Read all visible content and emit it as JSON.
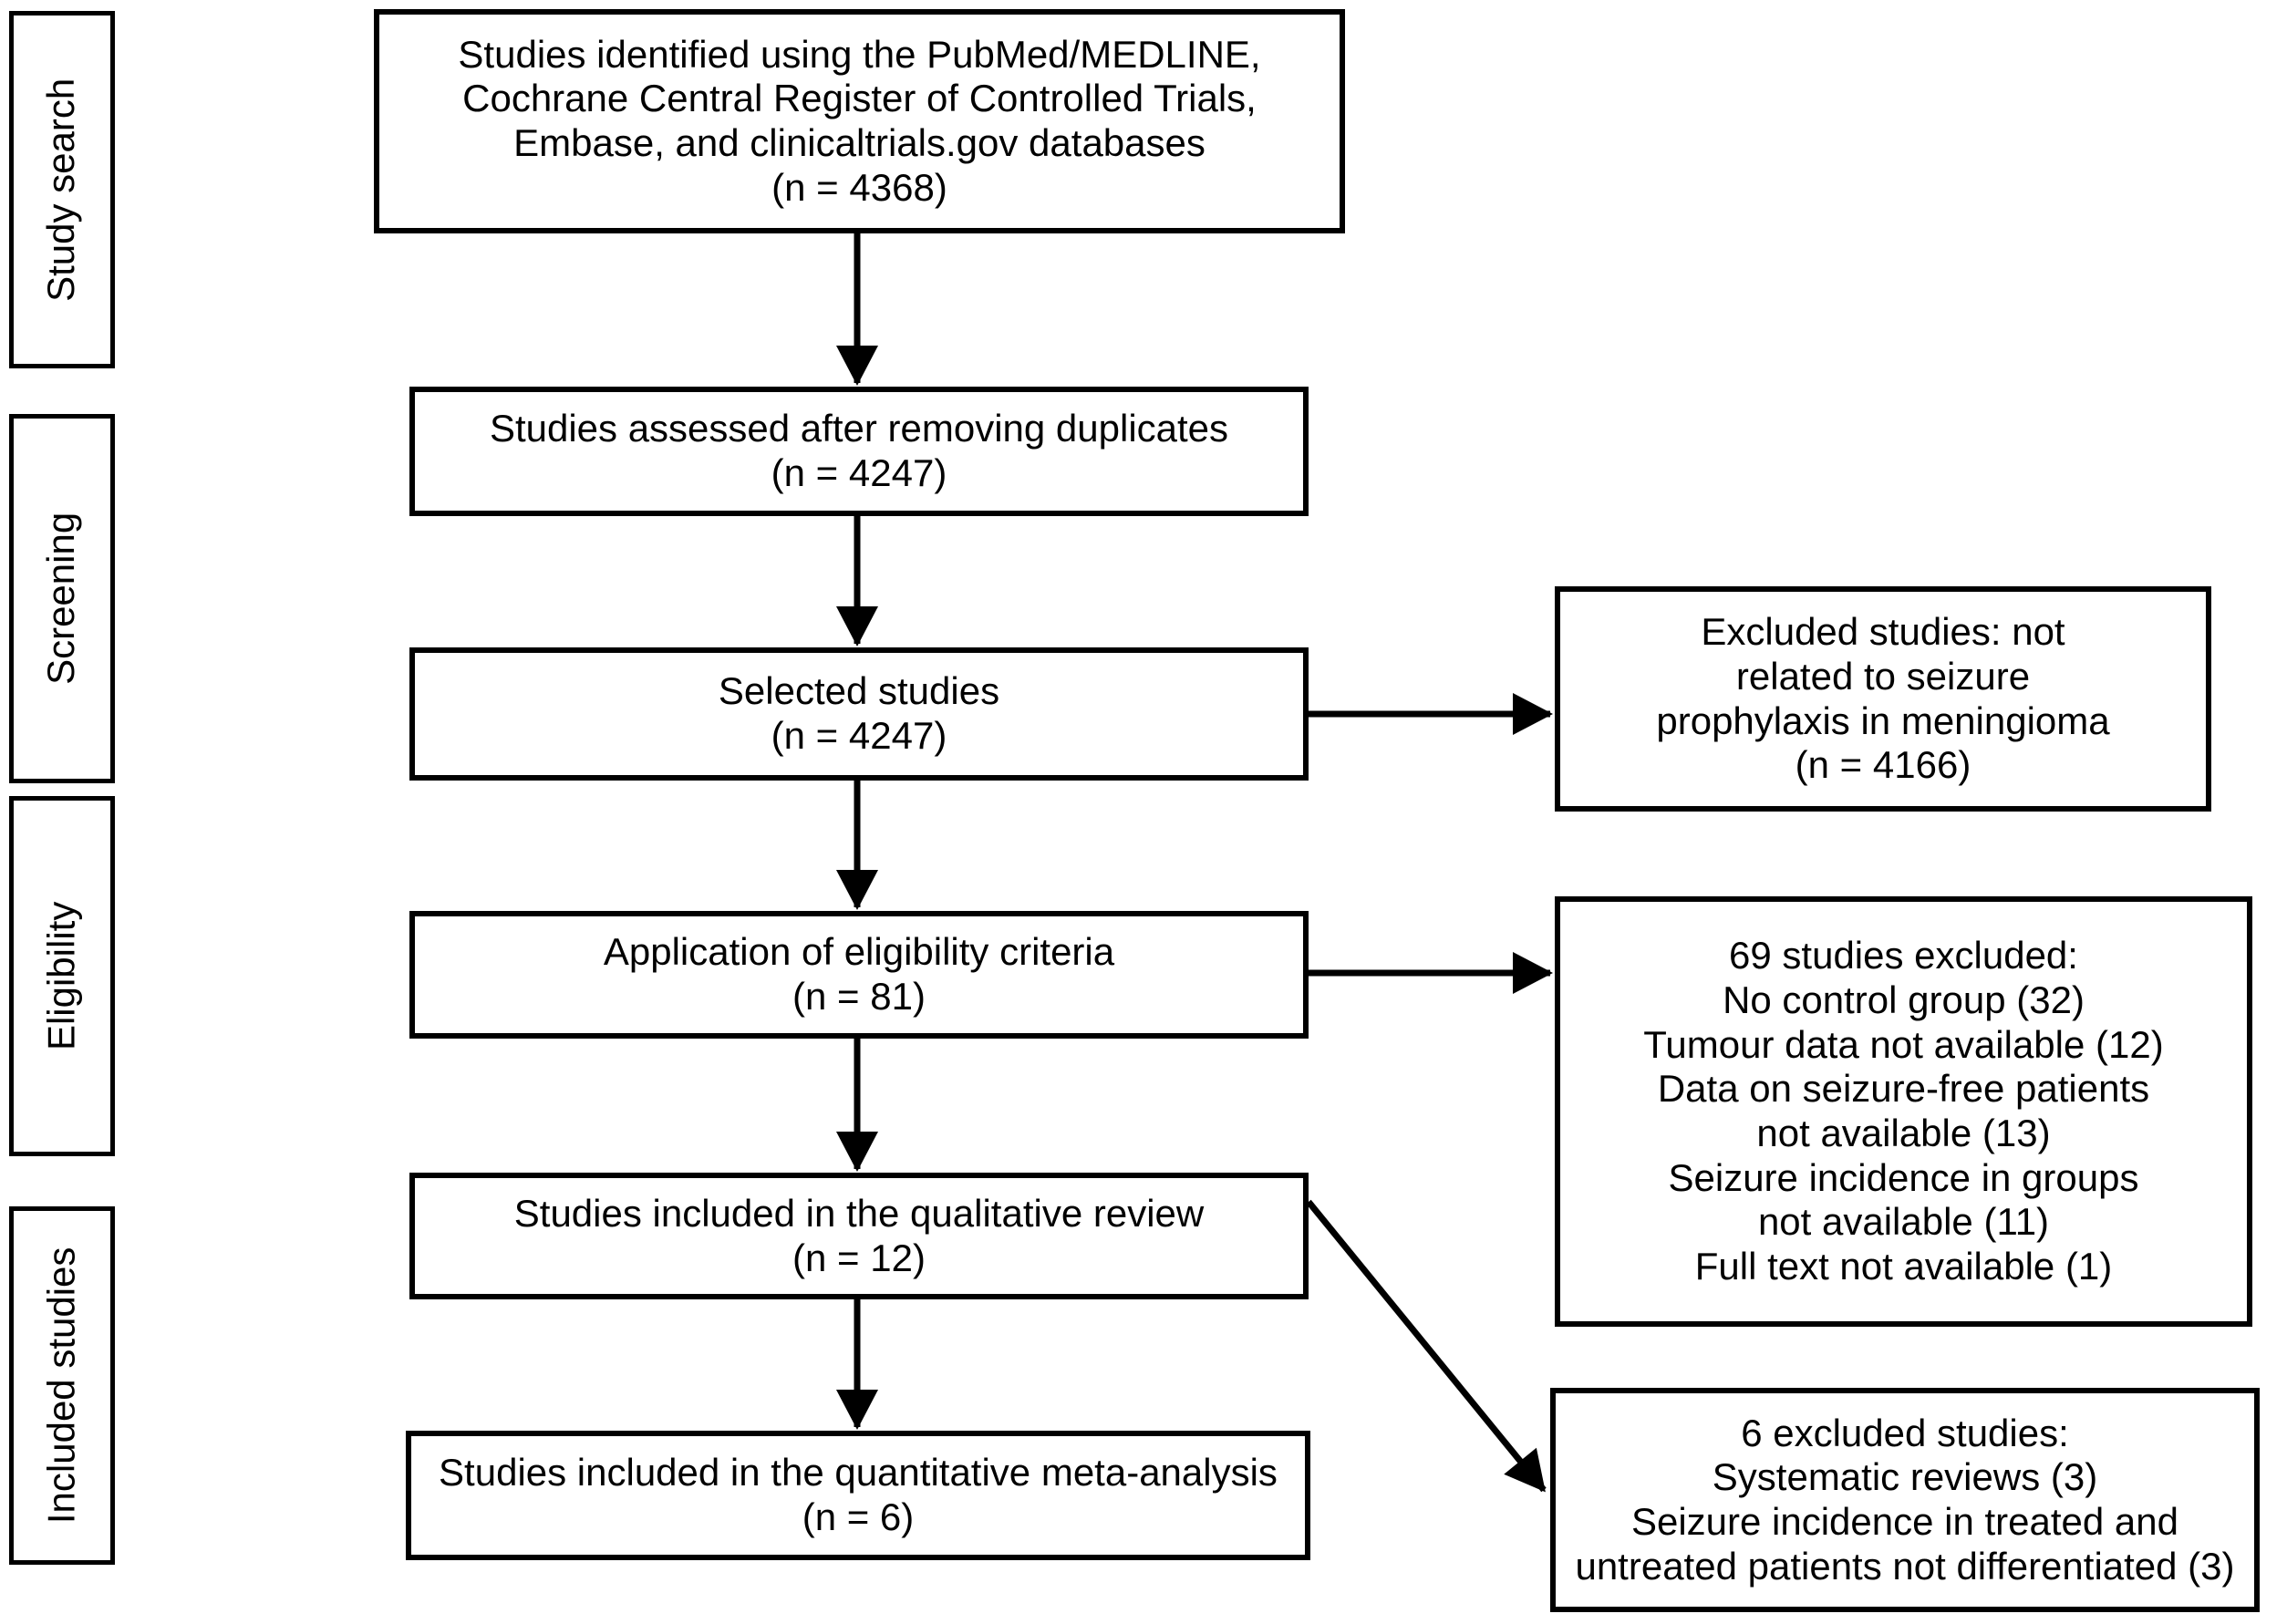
{
  "figure": {
    "type": "prisma-flow-diagram",
    "background_color": "#ffffff",
    "line_color": "#000000",
    "stages": [
      {
        "label": "Study search"
      },
      {
        "label": "Screening"
      },
      {
        "label": "Eligibility"
      },
      {
        "label": "Included studies"
      }
    ],
    "flow": [
      {
        "id": "identification",
        "n": 4368,
        "lines": [
          "Studies identified using the PubMed/MEDLINE,",
          "Cochrane Central Register of Controlled Trials,",
          "Embase, and clinicaltrials.gov databases",
          "(n = 4368)"
        ]
      },
      {
        "id": "deduplicated",
        "n": 4247,
        "lines": [
          "Studies assessed after removing duplicates",
          "(n = 4247)"
        ]
      },
      {
        "id": "selected",
        "n": 4247,
        "lines": [
          "Selected studies",
          "(n = 4247)"
        ]
      },
      {
        "id": "eligibility",
        "n": 81,
        "lines": [
          "Application of eligibility criteria",
          "(n = 81)"
        ]
      },
      {
        "id": "qualitative-review",
        "n": 12,
        "lines": [
          "Studies included in the qualitative review",
          "(n = 12)"
        ]
      },
      {
        "id": "quantitative-meta-analysis",
        "n": 6,
        "lines": [
          "Studies included in the quantitative meta-analysis",
          "(n = 6)"
        ]
      }
    ],
    "exclusions": [
      {
        "id": "not-related",
        "n": 4166,
        "lines": [
          "Excluded studies: not",
          "related to seizure",
          "prophylaxis in meningioma",
          "(n = 4166)"
        ]
      },
      {
        "id": "eligibility-criteria-excluded",
        "n": 69,
        "lines": [
          "69 studies excluded:",
          "No control group (32)",
          "Tumour data not available (12)",
          "Data on seizure-free patients",
          "not available (13)",
          "Seizure incidence in groups",
          "not available (11)",
          "Full text not available (1)"
        ]
      },
      {
        "id": "qualitative-excluded",
        "n": 6,
        "lines": [
          "6 excluded studies:",
          "Systematic reviews (3)",
          "Seizure incidence in treated and",
          "untreated patients not differentiated (3)"
        ]
      }
    ]
  }
}
